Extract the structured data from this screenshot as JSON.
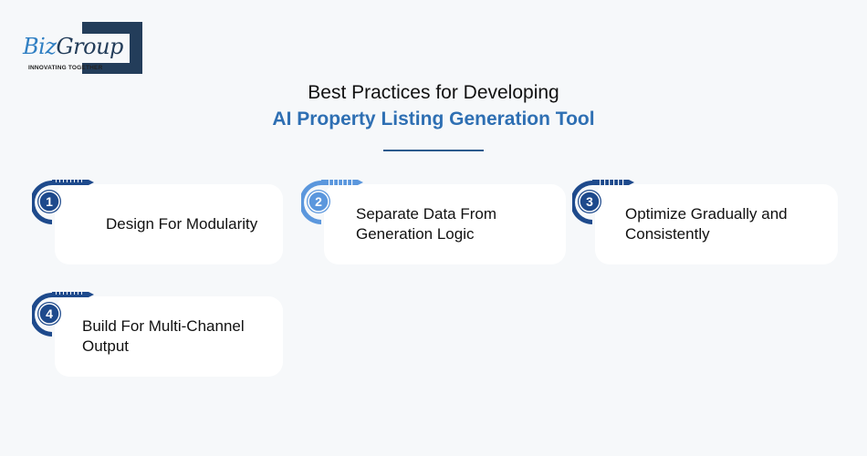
{
  "logo": {
    "brand_part1": "Biz",
    "brand_part2": "Group",
    "tagline": "INNOVATING TOGETHER"
  },
  "header": {
    "title_line1": "Best Practices for Developing",
    "title_line2": "AI Property Listing Generation Tool"
  },
  "colors": {
    "background": "#f6f8fa",
    "card": "#ffffff",
    "dark_blue": "#1e4a8c",
    "light_blue": "#5b97dd",
    "accent_title": "#2e6fb3",
    "logo_navy": "#233d5a"
  },
  "practices": [
    {
      "number": "1",
      "label": "Design For Modularity",
      "color": "#1e4a8c"
    },
    {
      "number": "2",
      "label": "Separate Data From Generation Logic",
      "color": "#5b97dd"
    },
    {
      "number": "3",
      "label": "Optimize Gradually and Consistently",
      "color": "#1e4a8c"
    },
    {
      "number": "4",
      "label": "Build For Multi-Channel Output",
      "color": "#1e4a8c"
    }
  ]
}
